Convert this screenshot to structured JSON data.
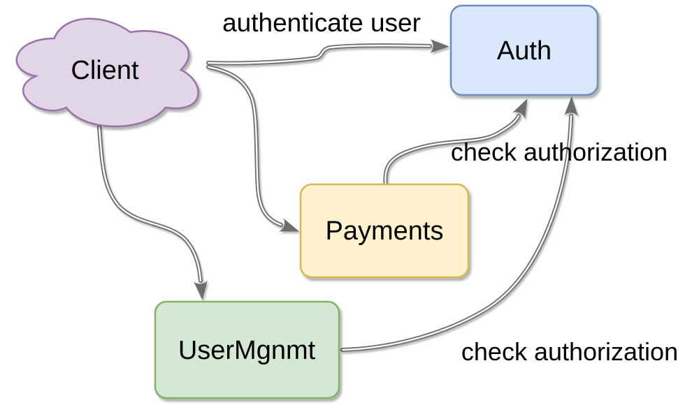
{
  "diagram": {
    "type": "flow-diagram",
    "background": "#ffffff",
    "text_color": "#000000",
    "edge_color": "#6e6e6e",
    "edge_highlight": "#fafafa",
    "nodes": {
      "client": {
        "label": "Client",
        "shape": "cloud",
        "fill": "#e1d5e7",
        "stroke": "#9673a6"
      },
      "auth": {
        "label": "Auth",
        "shape": "rounded-rectangle",
        "fill": "#dae8fc",
        "stroke": "#6c8ebf"
      },
      "payments": {
        "label": "Payments",
        "shape": "rounded-rectangle",
        "fill": "#fff2cc",
        "stroke": "#d6b656"
      },
      "usermgnmt": {
        "label": "UserMgnmt",
        "shape": "rounded-rectangle",
        "fill": "#d5e8d4",
        "stroke": "#82b366"
      }
    },
    "edges": [
      {
        "from": "Client",
        "to": "Auth",
        "label": "authenticate user"
      },
      {
        "from": "Client",
        "to": "Payments",
        "label": ""
      },
      {
        "from": "Client",
        "to": "UserMgnmt",
        "label": ""
      },
      {
        "from": "Payments",
        "to": "Auth",
        "label": "check authorization"
      },
      {
        "from": "UserMgnmt",
        "to": "Auth",
        "label": "check authorization"
      }
    ]
  }
}
